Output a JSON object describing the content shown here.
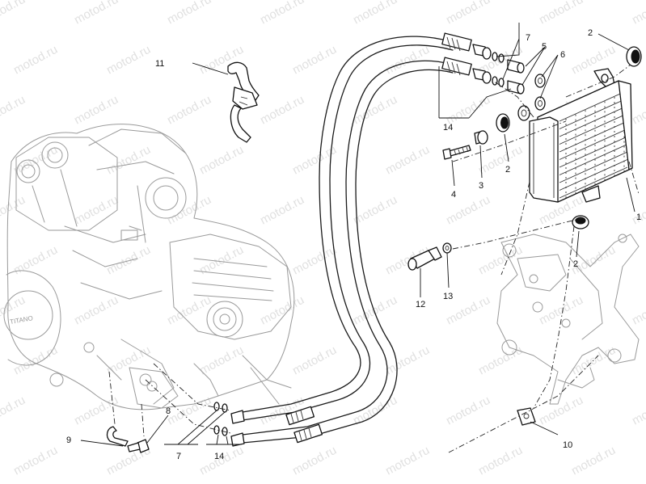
{
  "watermark": "motod.ru",
  "callouts": {
    "c1": "1",
    "c2a": "2",
    "c2b": "2",
    "c2c": "2",
    "c3": "3",
    "c4": "4",
    "c5": "5",
    "c6": "6",
    "c7a": "7",
    "c7b": "7",
    "c8": "8",
    "c9": "9",
    "c10": "10",
    "c11": "11",
    "c12": "12",
    "c13": "13",
    "c14a": "14",
    "c14b": "14"
  },
  "engine_cover_text": "TITANO"
}
